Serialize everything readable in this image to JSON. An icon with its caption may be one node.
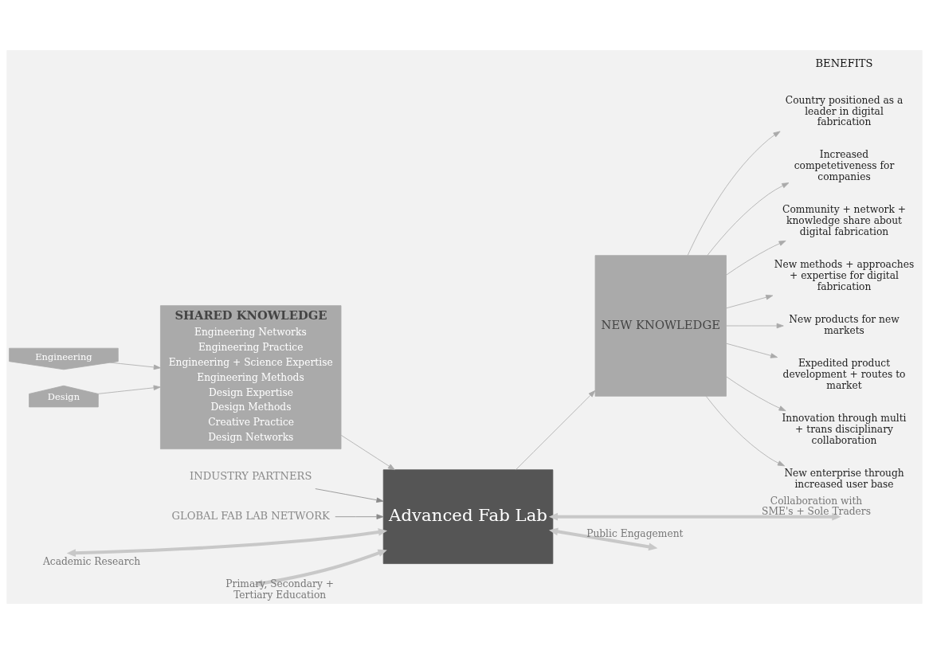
{
  "diagram": {
    "nodes": [
      {
        "text": [
          "Engineering"
        ]
      },
      {
        "text": [
          "SHARED KNOWLEDGE",
          "Engineering Networks",
          "Engineering Practice",
          "Engineering + Science Expertise",
          "Engineering Methods",
          "Design Expertise",
          "Design Methods",
          "Creative Practice",
          "Design Networks"
        ]
      },
      {
        "text": [
          "Design"
        ]
      },
      {
        "text": [
          "INDUSTRY PARTNERS"
        ]
      },
      {
        "text": [
          "Advanced Fab Lab"
        ]
      },
      {
        "text": [
          "GLOBAL FAB LAB NETWORK"
        ]
      },
      {
        "text": [
          "NEW KNOWLEDGE"
        ]
      },
      {
        "text": [
          "Country positioned as a leader in digital fabrication"
        ]
      },
      {
        "text": [
          "Increased competetiveness for companies"
        ]
      },
      {
        "text": [
          "Community + network + knowledge share about digital fabrication"
        ]
      },
      {
        "text": [
          "New methods + approaches + expertise for digital fabrication"
        ]
      },
      {
        "text": [
          "New products for new markets"
        ]
      },
      {
        "text": [
          "Expedited product development + routes to market"
        ]
      },
      {
        "text": [
          "Innovation through multi + trans disciplinary collaboration"
        ]
      },
      {
        "text": [
          "New enterprise through increased user base"
        ]
      }
    ],
    "edges": [
      {
        "from": 0,
        "to": 1,
        "arrow": "to"
      },
      {
        "from": 2,
        "to": 1,
        "arrow": "to"
      },
      {
        "from": 1,
        "to": 4,
        "arrow": "to"
      },
      {
        "from": 3,
        "to": 4,
        "arrow": "to",
        "color": "#8a8a8a"
      },
      {
        "from": 5,
        "to": 4,
        "arrow": "to",
        "color": "#8a8a8a"
      },
      {
        "from": null,
        "to": 4,
        "arrow": "both",
        "label": "Academic Research",
        "style": "thick",
        "color": "#c8c8c8"
      },
      {
        "from": null,
        "to": 4,
        "arrow": "both",
        "label": "Collaboration with SME's + Sole Traders",
        "style": "thick",
        "color": "#c8c8c8"
      },
      {
        "from": null,
        "to": 4,
        "arrow": "both",
        "label": "Primary, Secondary + Tertiary Education",
        "style": "thick",
        "color": "#c8c8c8"
      },
      {
        "from": null,
        "to": 4,
        "arrow": "both",
        "label": "Public Engagement",
        "style": "thick",
        "color": "#c8c8c8"
      },
      {
        "from": 4,
        "to": 6,
        "arrow": "to"
      },
      {
        "from": 6,
        "to": 7,
        "arrow": "to"
      },
      {
        "from": 6,
        "to": 8,
        "arrow": "to"
      },
      {
        "from": 6,
        "to": 9,
        "arrow": "to"
      },
      {
        "from": 6,
        "to": 10,
        "arrow": "to"
      },
      {
        "from": 6,
        "to": 11,
        "arrow": "to"
      },
      {
        "from": 6,
        "to": 12,
        "arrow": "to"
      },
      {
        "from": 6,
        "to": 13,
        "arrow": "to"
      },
      {
        "from": 6,
        "to": 14,
        "arrow": "to"
      }
    ],
    "labels": [
      "BENEFITS"
    ]
  }
}
